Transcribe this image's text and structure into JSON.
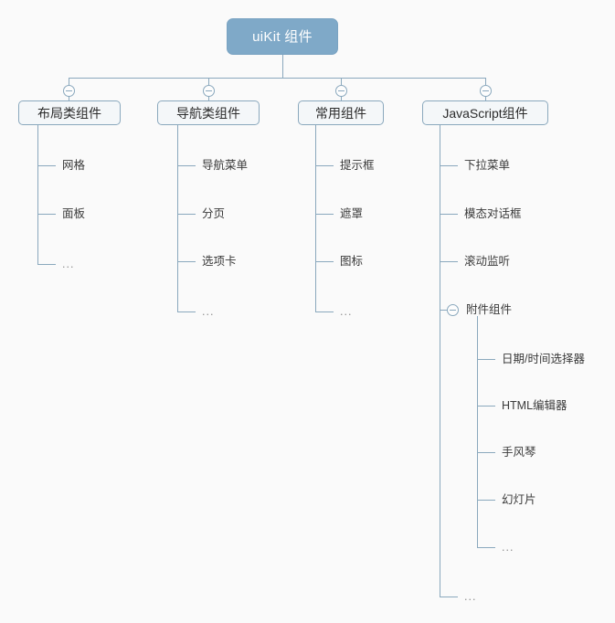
{
  "diagram": {
    "title": "uiKit 组件",
    "type": "mindmap-tree",
    "colors": {
      "background": "#fafafa",
      "root_fill": "#7fa9c8",
      "root_text": "#ffffff",
      "node_fill": "#f4f7f9",
      "node_border": "#8aa8bd",
      "connector": "#8aa8bd",
      "leaf_text": "#3a3a3a",
      "ellipsis_text": "#8d8d8d"
    },
    "root": {
      "label": "uiKit 组件",
      "toggle_state": "expanded"
    },
    "branches": [
      {
        "label": "布局类组件",
        "toggle_state": "expanded",
        "toggle_icon": "collapse-minus-icon",
        "children": [
          {
            "label": "网格"
          },
          {
            "label": "面板"
          },
          {
            "label": "..."
          }
        ]
      },
      {
        "label": "导航类组件",
        "toggle_state": "expanded",
        "toggle_icon": "collapse-minus-icon",
        "children": [
          {
            "label": "导航菜单"
          },
          {
            "label": "分页"
          },
          {
            "label": "选项卡"
          },
          {
            "label": "..."
          }
        ]
      },
      {
        "label": "常用组件",
        "toggle_state": "expanded",
        "toggle_icon": "collapse-minus-icon",
        "children": [
          {
            "label": "提示框"
          },
          {
            "label": "遮罩"
          },
          {
            "label": "图标"
          },
          {
            "label": "..."
          }
        ]
      },
      {
        "label": "JavaScript组件",
        "toggle_state": "expanded",
        "toggle_icon": "collapse-minus-icon",
        "children": [
          {
            "label": "下拉菜单"
          },
          {
            "label": "模态对话框"
          },
          {
            "label": "滚动监听"
          },
          {
            "label": "附件组件",
            "toggle_state": "expanded",
            "toggle_icon": "collapse-minus-icon",
            "children": [
              {
                "label": "日期/时间选择器"
              },
              {
                "label": "HTML编辑器"
              },
              {
                "label": "手风琴"
              },
              {
                "label": "幻灯片"
              },
              {
                "label": "..."
              }
            ]
          },
          {
            "label": "..."
          }
        ]
      }
    ]
  }
}
